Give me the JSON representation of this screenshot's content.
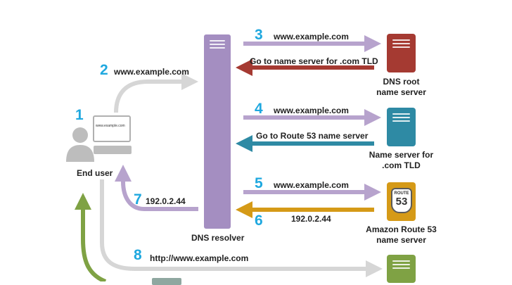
{
  "nodes": {
    "end_user": "End user",
    "dns_resolver": "DNS resolver",
    "dns_root": [
      "DNS root",
      "name server"
    ],
    "tld": [
      "Name server for",
      ".com TLD"
    ],
    "route53": [
      "Amazon Route 53",
      "name server"
    ],
    "route53_badge": {
      "top": "ROUTE",
      "number": "53"
    },
    "monitor_text": "www.example.com"
  },
  "steps": [
    {
      "number": "1",
      "label": ""
    },
    {
      "number": "2",
      "label": "www.example.com"
    },
    {
      "number": "3",
      "label": "www.example.com"
    },
    {
      "number": "",
      "label": "Go to name server for .com TLD"
    },
    {
      "number": "4",
      "label": "www.example.com"
    },
    {
      "number": "",
      "label": "Go to Route 53 name server"
    },
    {
      "number": "5",
      "label": "www.example.com"
    },
    {
      "number": "6",
      "label": "192.0.2.44"
    },
    {
      "number": "7",
      "label": "192.0.2.44"
    },
    {
      "number": "8",
      "label": "http://www.example.com"
    }
  ],
  "colors": {
    "gray_arrow": "#d6d6d6",
    "purple_arrow": "#b7a3cd",
    "root_red": "#a53a32",
    "tld_teal": "#2e8aa4",
    "route53_gold": "#d59a17",
    "web_green": "#7fa244",
    "resolver_purple": "#a48ec1",
    "step_number_blue": "#1fa8df"
  },
  "icons": [
    "user-icon",
    "computer-icon",
    "server-icon",
    "route53-shield-icon"
  ]
}
